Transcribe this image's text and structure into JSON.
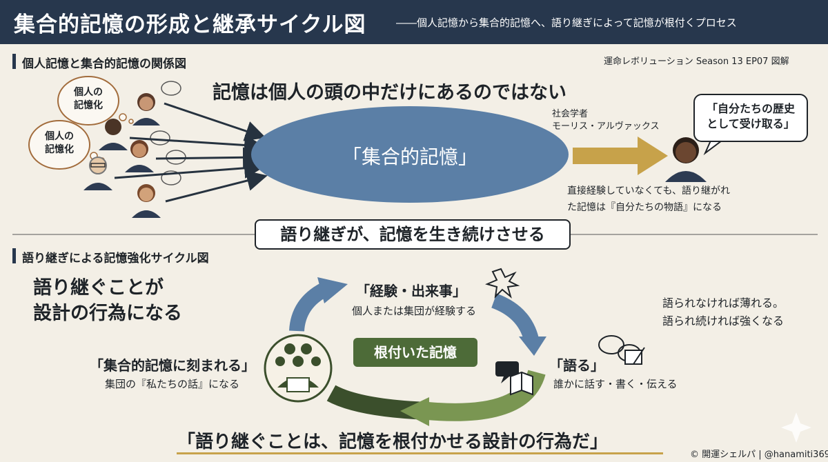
{
  "header": {
    "title": "集合的記憶の形成と継承サイクル図",
    "subtitle": "――個人記憶から集合的記憶へ、語り継ぎによって記憶が根付くプロセス"
  },
  "section1": {
    "title": "個人記憶と集合的記憶の関係図",
    "credit": "運命レボリューション Season 13 EP07 図解",
    "headline": "記憶は個人の頭の中だけにあるのではない",
    "bubble1": "個人の\n記憶化",
    "bubble2": "個人の\n記憶化",
    "ellipse_label": "「集合的記憶」",
    "scholar_line1": "社会学者",
    "scholar_line2": "モーリス・アルヴァックス",
    "speech": "「自分たちの歴史\nとして受け取る」",
    "note_line1": "直接経験していなくても、語り継がれ",
    "note_line2": "た記憶は『自分たちの物語』になる"
  },
  "banner": "語り継ぎが、記憶を生き続けさせる",
  "section2": {
    "title": "語り継ぎによる記憶強化サイクル図",
    "lead_line1": "語り継ぐことが",
    "lead_line2": "設計の行為になる",
    "node_top_title": "「経験・出来事」",
    "node_top_sub": "個人または集団が経験する",
    "node_right_title": "「語る」",
    "node_right_sub": "誰かに話す・書く・伝える",
    "node_left_title": "「集合的記憶に刻まれる」",
    "node_left_sub": "集団の『私たちの話』になる",
    "center": "根付いた記憶",
    "side_line1": "語られなければ薄れる。",
    "side_line2": "語られ続ければ強くなる"
  },
  "conclusion": "「語り継ぐことは、記憶を根付かせる設計の行為だ」",
  "footer": "© 開運シェルパ | @hanamiti369",
  "colors": {
    "navy": "#27374d",
    "steel_blue": "#5b7fa6",
    "gold": "#c7a24a",
    "olive": "#4d6b38",
    "dark_green": "#3b4f2c",
    "background": "#f3efe6"
  }
}
